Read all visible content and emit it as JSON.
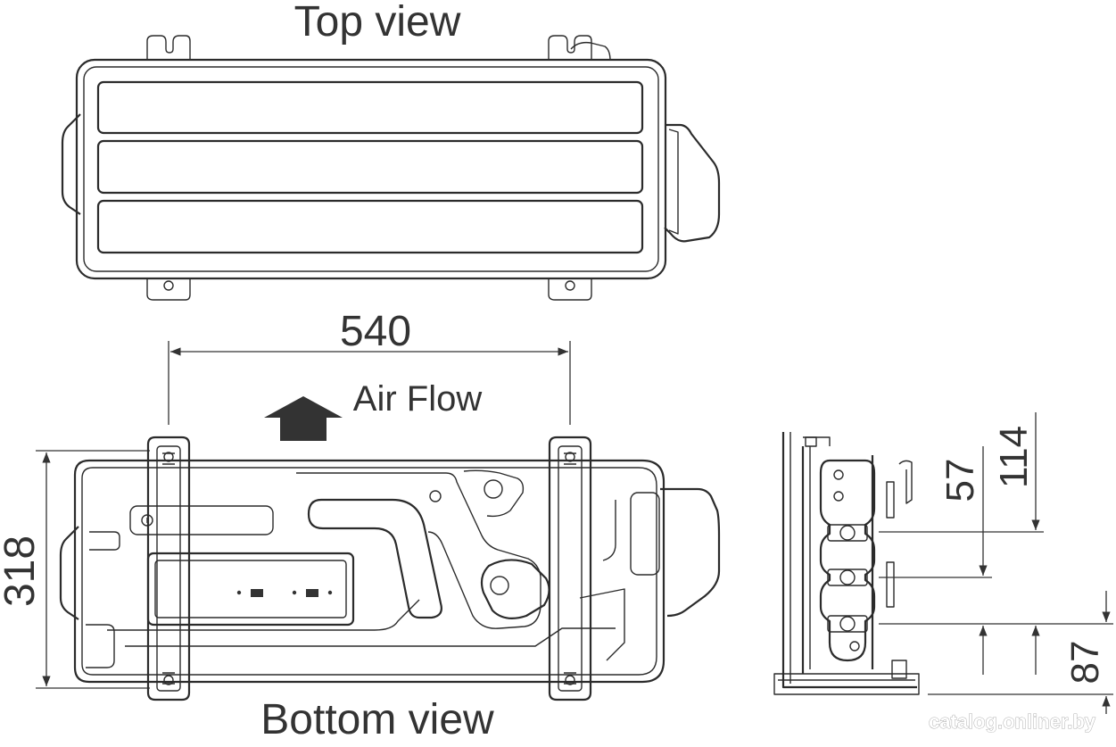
{
  "labels": {
    "top_view": "Top view",
    "bottom_view": "Bottom view",
    "air_flow": "Air Flow"
  },
  "dimensions": {
    "width": "540",
    "height": "318",
    "side_57": "57",
    "side_114": "114",
    "side_87": "87"
  },
  "watermark": "catalog.onliner.by",
  "colors": {
    "line": "#2b2b2b",
    "text": "#333333",
    "arrow": "#333333"
  }
}
